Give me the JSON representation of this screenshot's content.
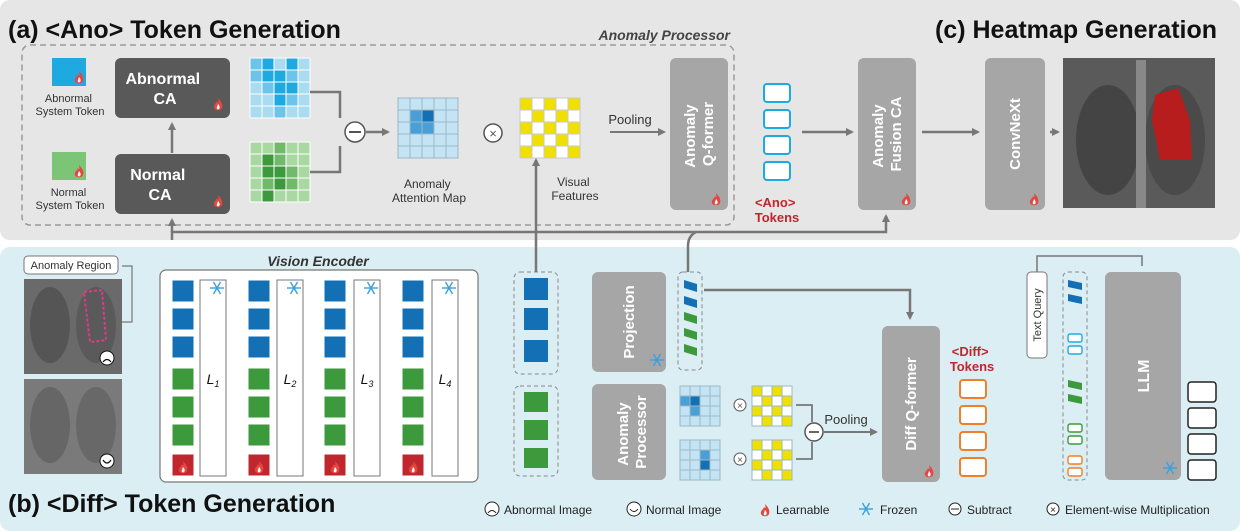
{
  "top": {
    "title_a": "(a) <Ano> Token Generation",
    "title_c": "(c) Heatmap Generation",
    "anomaly_processor_label": "Anomaly Processor",
    "abnormal_token_label": [
      "Abnormal",
      "System Token"
    ],
    "normal_token_label": [
      "Normal",
      "System Token"
    ],
    "abnormal_ca": [
      "Abnormal",
      "CA"
    ],
    "normal_ca": [
      "Normal",
      "CA"
    ],
    "attention_map_label": [
      "Anomaly",
      "Attention Map"
    ],
    "visual_features_label": [
      "Visual",
      "Features"
    ],
    "pooling": "Pooling",
    "anomaly_qformer": [
      "Anomaly",
      "Q-former"
    ],
    "ano_tokens": [
      "<Ano>",
      "Tokens"
    ],
    "anomaly_fusion_ca": [
      "Anomaly",
      "Fusion CA"
    ],
    "convnext": "ConvNeXt"
  },
  "bottom": {
    "title_b": "(b) <Diff> Token Generation",
    "anomaly_region": "Anomaly Region",
    "vision_encoder": "Vision Encoder",
    "layers": [
      "L",
      "L",
      "L",
      "L"
    ],
    "layer_subs": [
      "1",
      "2",
      "3",
      "4"
    ],
    "projection": "Projection",
    "anomaly_processor": [
      "Anomaly",
      "Processor"
    ],
    "pooling": "Pooling",
    "diff_qformer": "Diff Q-former",
    "diff_tokens": [
      "<Diff>",
      "Tokens"
    ],
    "text_query": "Text Query",
    "llm": "LLM"
  },
  "legend": [
    {
      "icon": "sad-face-icon",
      "label": "Abnormal Image"
    },
    {
      "icon": "smile-face-icon",
      "label": "Normal Image"
    },
    {
      "icon": "flame-icon",
      "label": "Learnable"
    },
    {
      "icon": "snowflake-icon",
      "label": "Frozen"
    },
    {
      "icon": "minus-circle-icon",
      "label": "Subtract"
    },
    {
      "icon": "times-circle-icon",
      "label": "Element-wise Multiplication"
    }
  ],
  "colors": {
    "top_bg": "#e6e6e6",
    "bottom_bg": "#dbeef3",
    "dark_box": "#595959",
    "gray_box": "#a6a6a6",
    "blue": "#1470b4",
    "green": "#3c9a3c",
    "accent_red": "#c0262d",
    "yellow": "#f0e000",
    "orange": "#f07f2a"
  }
}
